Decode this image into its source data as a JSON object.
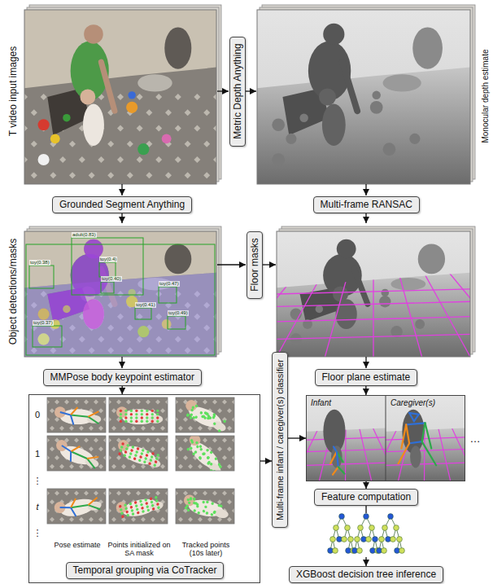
{
  "diagram": {
    "nodes": [
      {
        "text": [
          "Metric Depth Anything"
        ]
      },
      {
        "text": [
          "Grounded Segment Anything"
        ]
      },
      {
        "text": [
          "Multi-frame RANSAC"
        ]
      },
      {
        "text": [
          "Floor masks"
        ]
      },
      {
        "text": [
          "MMPose body keypoint estimator"
        ]
      },
      {
        "text": [
          "Floor plane estimate"
        ]
      },
      {
        "text": [
          "Pose estimate",
          "Points initialized on SA mask",
          "Tracked points (10s later)"
        ]
      },
      {
        "text": [
          "Temporal grouping via CoTracker"
        ],
        "in": 6
      },
      {
        "text": [
          "Multi-frame infant / caregiver(s) classifier"
        ]
      },
      {
        "text": [
          "Infant",
          "Caregiver(s)"
        ]
      },
      {
        "text": [
          "Feature computation"
        ]
      },
      {
        "text": [
          "XGBoost decision tree inference"
        ]
      }
    ],
    "edges": [
      {
        "from": 4,
        "to": 6,
        "arrow": "to"
      },
      {
        "from": 5,
        "to": 9,
        "arrow": "to"
      },
      {
        "from": 6,
        "to": 8,
        "arrow": "to"
      },
      {
        "from": 8,
        "to": 9,
        "arrow": "to"
      },
      {
        "from": 9,
        "to": 10,
        "arrow": "to"
      },
      {
        "from": 10,
        "to": 11,
        "arrow": "to"
      }
    ],
    "labels": [
      "T video input images",
      "Monocular depth estimate",
      "Object detections/masks",
      "adult(0.83)",
      "toy(0.38)",
      "toy(0.4)",
      "toy(0.40)",
      "toy(0.47)",
      "toy(0.41)",
      "toy(0.49)",
      "toy(0.37)",
      "0",
      "1",
      "⋮",
      "t",
      "⋮",
      "…"
    ]
  }
}
